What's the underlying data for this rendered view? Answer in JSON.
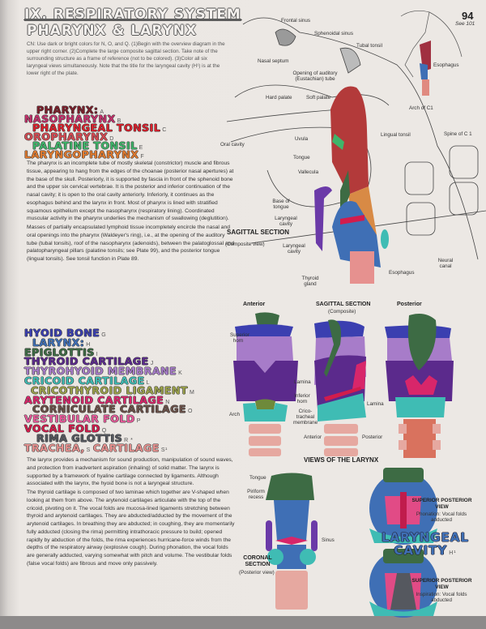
{
  "header": {
    "section_title": "IX. RESPIRATORY SYSTEM",
    "plate_title": "PHARYNX & LARYNX",
    "page_number": "94",
    "see_ref": "See 101"
  },
  "instructions": "CN: Use dark or bright colors for N, O, and Q. (1)Begin with the overview diagram in the upper right corner. (2)Complete the large composite sagittal section. Take note of the surrounding structure as a frame of reference (not to be colored). (3)Color all six laryngeal views simultaneously. Note that the title for the laryngeal cavity (H¹) is at the lower right of the plate.",
  "legend_pharynx": [
    {
      "label": "PHARYNX:",
      "key": "A",
      "color": "#7a1f2b"
    },
    {
      "label": "NASOPHARYNX",
      "key": "B",
      "color": "#c2306a"
    },
    {
      "label": "PHARYNGEAL TONSIL",
      "key": "C",
      "color": "#d8202c"
    },
    {
      "label": "OROPHARYNX",
      "key": "D",
      "color": "#d44a52"
    },
    {
      "label": "PALATINE TONSIL",
      "key": "E",
      "color": "#3fb56a"
    },
    {
      "label": "LARYNGOPHARYNX",
      "key": "F",
      "color": "#e07a2e"
    }
  ],
  "pharynx_text": [
    "The pharynx is an incomplete tube of mostly skeletal (constrictor) muscle and fibrous tissue, appearing to hang from the edges of the choanae (posterior nasal apertures) at the base of the skull. Posteriorly, it is supported by fascia in front of the sphenoid bone and the upper six cervical vertebrae. It is the posterior and inferior continuation of the nasal cavity; it is open to the oral cavity anteriorly. Inferiorly, it continues as the esophagus behind and the larynx in front. Most of pharynx is lined with stratified squamous epithelium except the nasopharynx (respiratory lining). Coordinated muscular activity in the pharynx underlies the mechanism of swallowing (deglutition).",
    "Masses of partially encapsulated lymphoid tissue incompletely encircle the nasal and oral openings into the pharynx (Waldeyer's ring), i.e., at the opening of the auditory tube (tubal tonsils), roof of the nasopharynx (adenoids), between the palatoglossal and palatopharyngeal pillars (palatine tonsils; see Plate 99), and the posterior tongue (lingual tonsils). See tonsil function in Plate 89."
  ],
  "legend_larynx": [
    {
      "label": "HYOID BONE",
      "key": "G",
      "color": "#3b3fb0"
    },
    {
      "label": "LARYNX:",
      "key": "H",
      "color": "#3f6fb5"
    },
    {
      "label": "EPIGLOTTIS",
      "key": "I",
      "color": "#3d6b44"
    },
    {
      "label": "THYROID CARTILAGE",
      "key": "J",
      "color": "#5b2a8c"
    },
    {
      "label": "THYROHYOID MEMBRANE",
      "key": "K",
      "color": "#a77cc9"
    },
    {
      "label": "CRICOID CARTILAGE",
      "key": "L",
      "color": "#3fbcb4"
    },
    {
      "label": "CRICOTHYROID LIGAMENT",
      "key": "M",
      "color": "#9aa04a"
    },
    {
      "label": "ARYTENOID CARTILAGE",
      "key": "N",
      "color": "#d8266a"
    },
    {
      "label": "CORNICULATE CARTILAGE",
      "key": "O",
      "color": "#6a5048"
    },
    {
      "label": "VESTIBULAR FOLD",
      "key": "P",
      "color": "#e85a9a"
    },
    {
      "label": "VOCAL FOLD",
      "key": "Q",
      "color": "#d21c4c"
    },
    {
      "label": "RIMA GLOTTIS",
      "key": "R *",
      "color": "#55585f"
    },
    {
      "label": "TRACHEA,",
      "key": "S",
      "color": "#e6918f"
    },
    {
      "label": "CARTILAGE",
      "key": "S¹",
      "color": "#e6918f"
    }
  ],
  "larynx_text": [
    "The larynx provides a mechanism for sound production, manipulation of sound waves, and protection from inadvertent aspiration (inhaling) of solid matter. The larynx is supported by a framework of hyaline cartilage connected by ligaments. Although associated with the larynx, the hyoid bone is not a laryngeal structure.",
    "The thyroid cartilage is composed of two laminae which together are V-shaped when looking at them from above. The arytenoid cartilages articulate with the top of the cricoid, pivoting on it. The vocal folds are mucosa-lined ligaments stretching between thyroid and arytenoid cartilages. They are abducted/adducted by the movement of the arytenoid cartilages. In breathing they are abducted; in coughing, they are momentarily fully adducted (closing the rima) permitting intrathoracic pressure to build; opened rapidly by abduction of the folds, the rima experiences hurricane-force winds from the depths of the respiratory airway (explosive cough). During phonation, the vocal folds are generally adducted, varying somewhat with pitch and volume. The vestibular folds (false vocal folds) are fibrous and move only passively."
  ],
  "sagittal": {
    "title": "SAGITTAL SECTION",
    "subtitle": "(Composite view)",
    "labels": {
      "frontal_sinus": "Frontal sinus",
      "sphenoidal_sinus": "Sphenoidal sinus",
      "tubal_tonsil": "Tubal tonsil",
      "nasal_septum": "Nasal septum",
      "opening_auditory": "Opening of auditory (Eustachian) tube",
      "hard_palate": "Hard palate",
      "soft_palate": "Soft palate",
      "arch_c1": "Arch of C1",
      "spine_c1": "Spine of C 1",
      "oral_cavity": "Oral cavity",
      "uvula": "Uvula",
      "lingual_tonsil": "Lingual tonsil",
      "tongue": "Tongue",
      "vallecula": "Vallecula",
      "base_tongue": "Base of tongue",
      "laryngeal_cavity_1": "Laryngeal cavity",
      "laryngeal_cavity_2": "Laryngeal cavity",
      "thyroid_gland": "Thyroid gland",
      "esophagus": "Esophagus",
      "neural_canal": "Neural canal"
    }
  },
  "overview": {
    "esophagus": "Esophagus"
  },
  "larynx_views": {
    "anterior": "Anterior",
    "sagittal": "SAGITTAL SECTION",
    "sagittal_sub": "(Composite)",
    "posterior": "Posterior",
    "superior_horn": "Superior horn",
    "lamina": "Lamina",
    "inferior_horn": "Inferior horn",
    "arch": "Arch",
    "cricotracheal": "Crico-tracheal membrane",
    "lamina2": "Lamina"
  },
  "views_title": "VIEWS OF THE LARYNX",
  "coronal": {
    "title": "CORONAL SECTION",
    "subtitle": "(Posterior view)",
    "tongue": "Tongue",
    "piriform": "Piriform recess",
    "sinus": "Sinus"
  },
  "superior_views": [
    {
      "title": "SUPERIOR POSTERIOR VIEW",
      "caption": "Phonation: Vocal folds adducted"
    },
    {
      "title": "SUPERIOR POSTERIOR VIEW",
      "caption": "Inspiration: Vocal folds abducted"
    }
  ],
  "laryngeal_cavity": {
    "label": "LARYNGEAL CAVITY",
    "key": "H¹"
  }
}
